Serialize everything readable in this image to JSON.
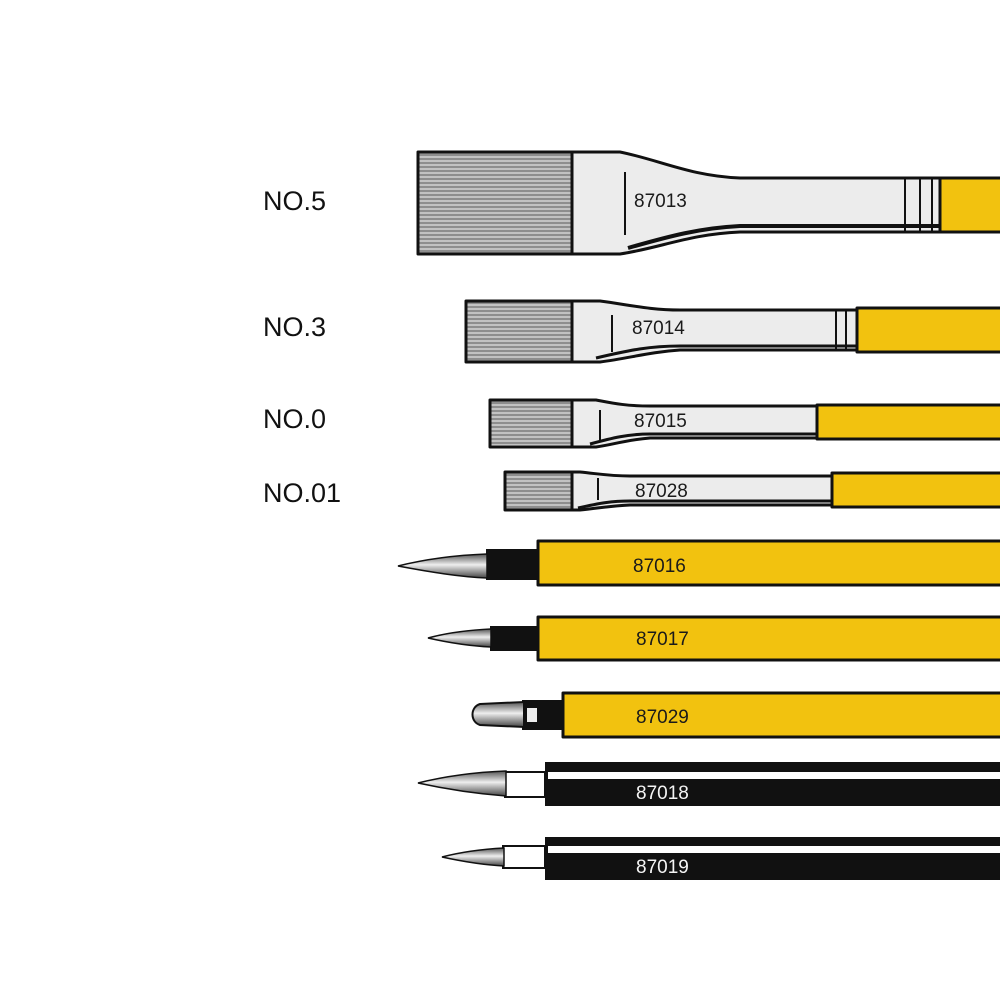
{
  "colors": {
    "handle_yellow": "#f2c20f",
    "handle_black": "#111111",
    "ferrule": "#ececec",
    "bristles": "#9a9a9a"
  },
  "flat_brushes": [
    {
      "size": "NO.5",
      "code": "87013"
    },
    {
      "size": "NO.3",
      "code": "87014"
    },
    {
      "size": "NO.0",
      "code": "87015"
    },
    {
      "size": "NO.01",
      "code": "87028"
    }
  ],
  "pointed_brushes": [
    {
      "code": "87016",
      "handle": "yellow"
    },
    {
      "code": "87017",
      "handle": "yellow"
    },
    {
      "code": "87029",
      "handle": "yellow"
    },
    {
      "code": "87018",
      "handle": "black"
    },
    {
      "code": "87019",
      "handle": "black"
    }
  ]
}
